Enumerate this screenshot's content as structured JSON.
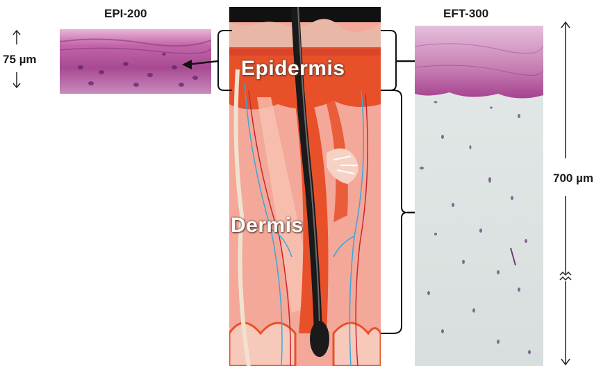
{
  "samples": {
    "left": {
      "title": "EPI-200",
      "thickness": "75 µm"
    },
    "right": {
      "title": "EFT-300",
      "thickness": "700 µm"
    }
  },
  "skin": {
    "epidermis_label": "Epidermis",
    "dermis_label": "Dermis"
  },
  "colors": {
    "epidermis_stain": "#b24a96",
    "dermis_stain": "#dfe6e4",
    "skin_orange": "#e8502a",
    "dermis_pink": "#f3a89a",
    "vessel_blue": "#3aa7d8",
    "hair_black": "#1a1a1a"
  }
}
